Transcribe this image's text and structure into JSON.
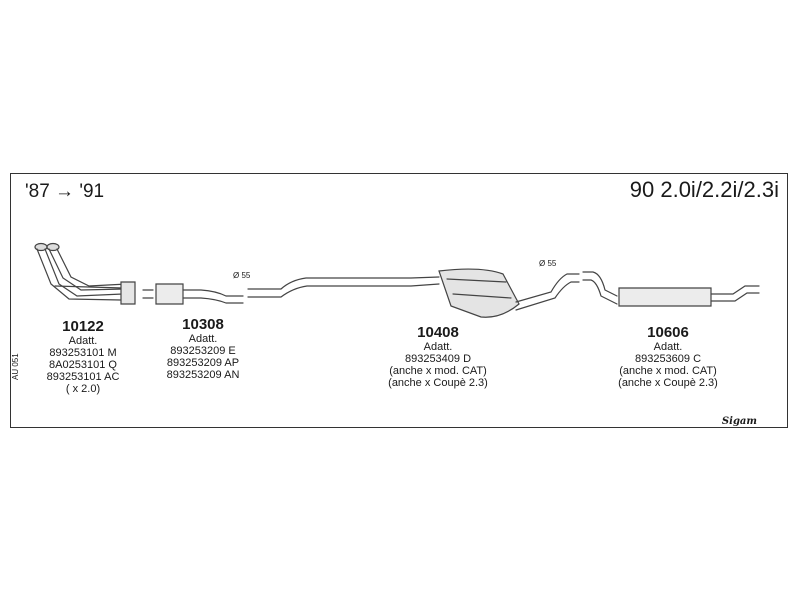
{
  "header": {
    "year_range": "'87 → '91",
    "model": "90 2.0i/2.2i/2.3i"
  },
  "side_code": "AU 051",
  "brand": "Sigam",
  "diameter_labels": [
    "Ø 55",
    "Ø 55"
  ],
  "parts": [
    {
      "number": "10122",
      "lines": [
        "Adatt.",
        "893253101 M",
        "8A0253101 Q",
        "893253101 AC",
        "( x 2.0)"
      ]
    },
    {
      "number": "10308",
      "lines": [
        "Adatt.",
        "893253209  E",
        "893253209 AP",
        "893253209 AN"
      ]
    },
    {
      "number": "10408",
      "lines": [
        "Adatt.",
        "893253409 D",
        "(anche x mod. CAT)",
        "(anche x Coupè 2.3)"
      ]
    },
    {
      "number": "10606",
      "lines": [
        "Adatt.",
        "893253609 C",
        "(anche x mod. CAT)",
        "(anche x Coupè 2.3)"
      ]
    }
  ]
}
